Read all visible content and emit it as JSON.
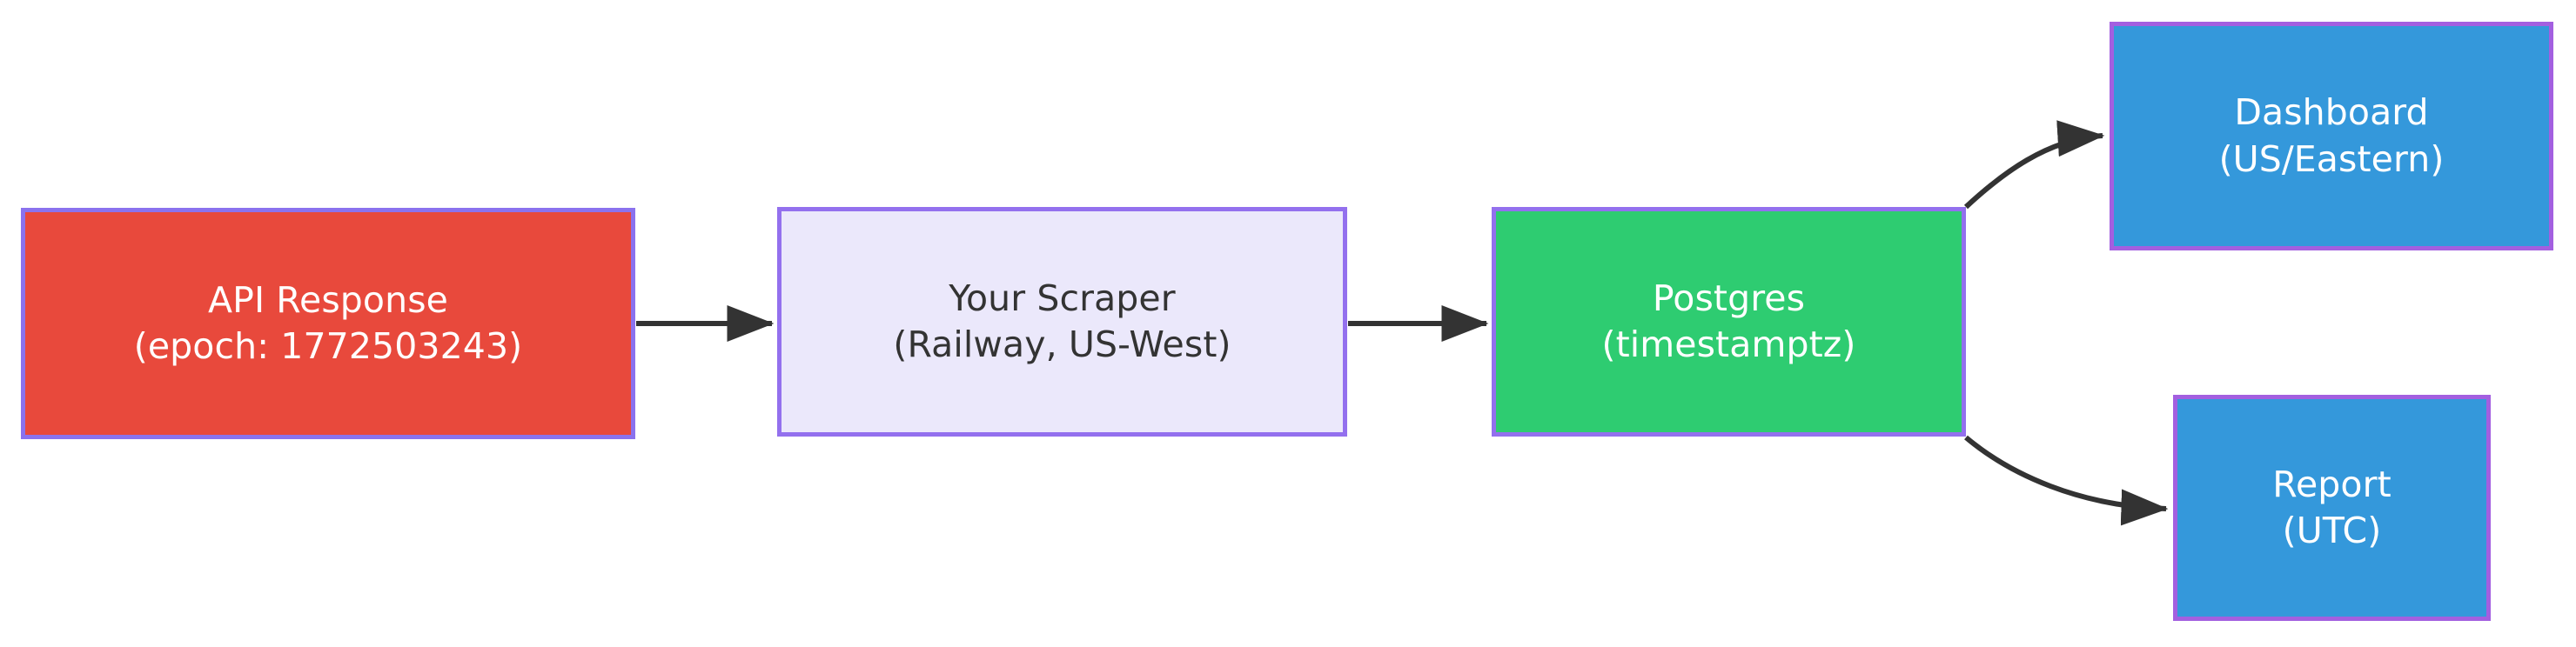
{
  "diagram": {
    "type": "flowchart",
    "direction": "left-to-right",
    "background": "#ffffff",
    "nodes": [
      {
        "id": "api-response",
        "label_line1": "API Response",
        "label_line2": "(epoch: 1772503243)",
        "fill": "#e8493c",
        "stroke": "#8b72ee",
        "text_color": "#ffffff"
      },
      {
        "id": "your-scraper",
        "label_line1": "Your Scraper",
        "label_line2": "(Railway, US-West)",
        "fill": "#ebe8fb",
        "stroke": "#9370ee",
        "text_color": "#333333"
      },
      {
        "id": "postgres",
        "label_line1": "Postgres",
        "label_line2": "(timestamptz)",
        "fill": "#2ecc71",
        "stroke": "#9370ee",
        "text_color": "#ffffff"
      },
      {
        "id": "dashboard",
        "label_line1": "Dashboard",
        "label_line2": "(US/Eastern)",
        "fill": "#3498db",
        "stroke": "#a35fe0",
        "text_color": "#ffffff"
      },
      {
        "id": "report",
        "label_line1": "Report",
        "label_line2": "(UTC)",
        "fill": "#3498db",
        "stroke": "#a35fe0",
        "text_color": "#ffffff"
      }
    ],
    "edges": [
      {
        "id": "edge-api-to-scraper",
        "from": "api-response",
        "to": "your-scraper",
        "style": "straight",
        "color": "#333333"
      },
      {
        "id": "edge-scraper-to-postgres",
        "from": "your-scraper",
        "to": "postgres",
        "style": "straight",
        "color": "#333333"
      },
      {
        "id": "edge-postgres-to-dashboard",
        "from": "postgres",
        "to": "dashboard",
        "style": "curved",
        "color": "#333333"
      },
      {
        "id": "edge-postgres-to-report",
        "from": "postgres",
        "to": "report",
        "style": "curved",
        "color": "#333333"
      }
    ]
  }
}
